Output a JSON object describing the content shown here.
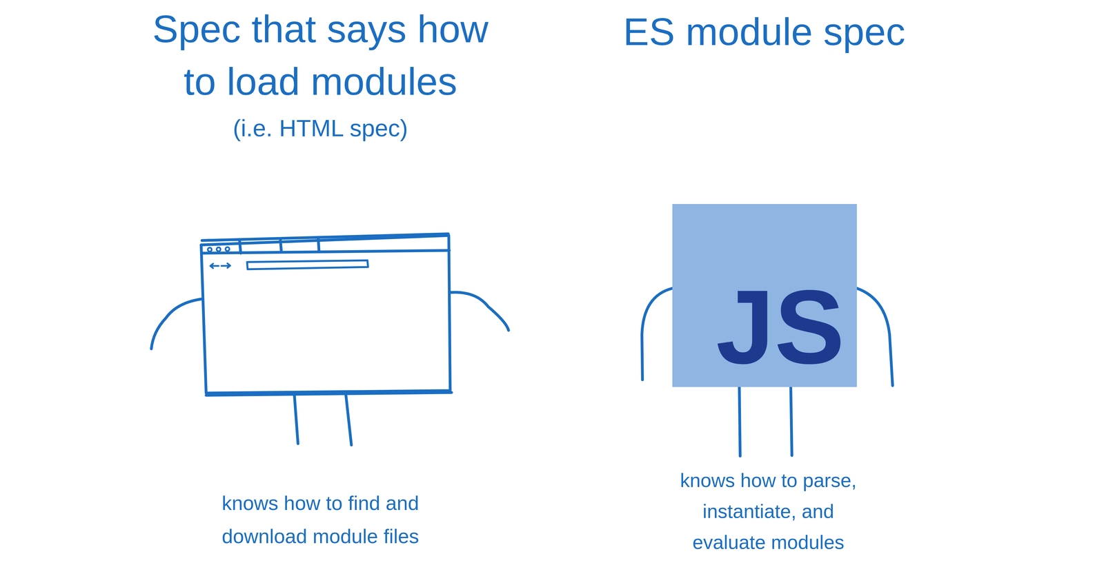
{
  "diagram": {
    "nodes": [
      {
        "text": [
          "Spec that says how to load modules",
          "(i.e. HTML spec)",
          "knows how to find and download module files"
        ]
      },
      {
        "text": [
          "ES module spec",
          "JS",
          "knows how to parse, instantiate, and evaluate modules"
        ]
      }
    ]
  }
}
